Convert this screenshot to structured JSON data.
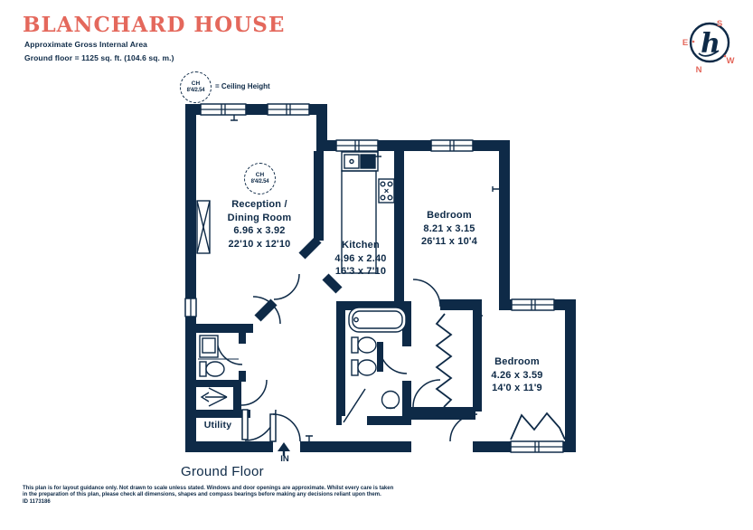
{
  "header": {
    "title": "BLANCHARD HOUSE",
    "subtitle": "Approximate Gross Internal Area",
    "area_line": "Ground floor = 1125 sq. ft. (104.6 sq. m.)"
  },
  "legend": {
    "ch_line1": "CH",
    "ch_line2": "8'4/2.54",
    "ch_label": "= Ceiling Height"
  },
  "compass": {
    "north": "N",
    "south": "S",
    "east": "E",
    "west": "W",
    "logo": "h"
  },
  "rooms": {
    "reception": {
      "line1": "Reception /",
      "line2": "Dining Room",
      "metric": "6.96 x 3.92",
      "imperial": "22'10 x 12'10"
    },
    "kitchen": {
      "name": "Kitchen",
      "metric": "4.96 x 2.40",
      "imperial": "16'3 x 7'10"
    },
    "bedroom1": {
      "name": "Bedroom",
      "metric": "8.21 x 3.15",
      "imperial": "26'11 x 10'4"
    },
    "bedroom2": {
      "name": "Bedroom",
      "metric": "4.26 x 3.59",
      "imperial": "14'0 x 11'9"
    },
    "utility": {
      "name": "Utility"
    }
  },
  "entrance": {
    "label": "IN"
  },
  "floor_label": "Ground Floor",
  "footer": {
    "line1": "This plan is for layout guidance only. Not drawn to scale unless stated. Windows and door openings are approximate. Whilst every care is taken",
    "line2": "in the preparation of this plan, please check all dimensions, shapes and compass bearings before making any decisions reliant upon them.",
    "id": "ID 1173186"
  },
  "colors": {
    "navy": "#0e2a47",
    "coral": "#e4685c"
  }
}
